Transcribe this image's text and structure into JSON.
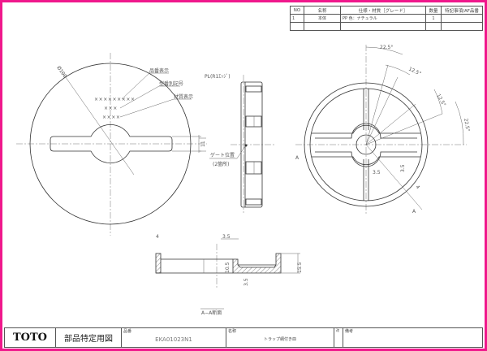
{
  "colors": {
    "frame": "#f0188c",
    "line": "#333333"
  },
  "parts_table": {
    "headers": [
      "NO",
      "名称",
      "仕様・材質［グレード］",
      "数量",
      "特記事項/AF品番"
    ],
    "rows": [
      {
        "no": "1",
        "name": "本体",
        "spec": "PP 色：ナチュラル",
        "qty": "1",
        "note": ""
      }
    ]
  },
  "front_view": {
    "diameter": "Ø100",
    "labels": [
      "品番表示",
      "型番別記号",
      "材質表示"
    ],
    "marks": [
      "×××××××××",
      "×××",
      "××××"
    ],
    "slot_dim": "11"
  },
  "side_view": {
    "parting_line": "PL(R1ｴｯｼﾞ)",
    "gate": "ゲート位置",
    "gate_count": "(2箇所)"
  },
  "rear_view": {
    "angles": [
      "22.5°",
      "12.5°",
      "12.5°",
      "22.5°"
    ],
    "dims": [
      "3.5",
      "3.5",
      "4"
    ],
    "section_mark": "A"
  },
  "section_view": {
    "dims": [
      "4",
      "3.5",
      "10.5",
      "15.5",
      "3.5"
    ],
    "caption": "A−A断面"
  },
  "title_block": {
    "logo": "TOTO",
    "drawing_type": "部品特定用図",
    "part_no_label": "品番",
    "part_no": "EKA01023N1",
    "name_label": "名称",
    "name": "トラップ網付き皿",
    "rev_label": "改",
    "remarks_label": "備考"
  }
}
